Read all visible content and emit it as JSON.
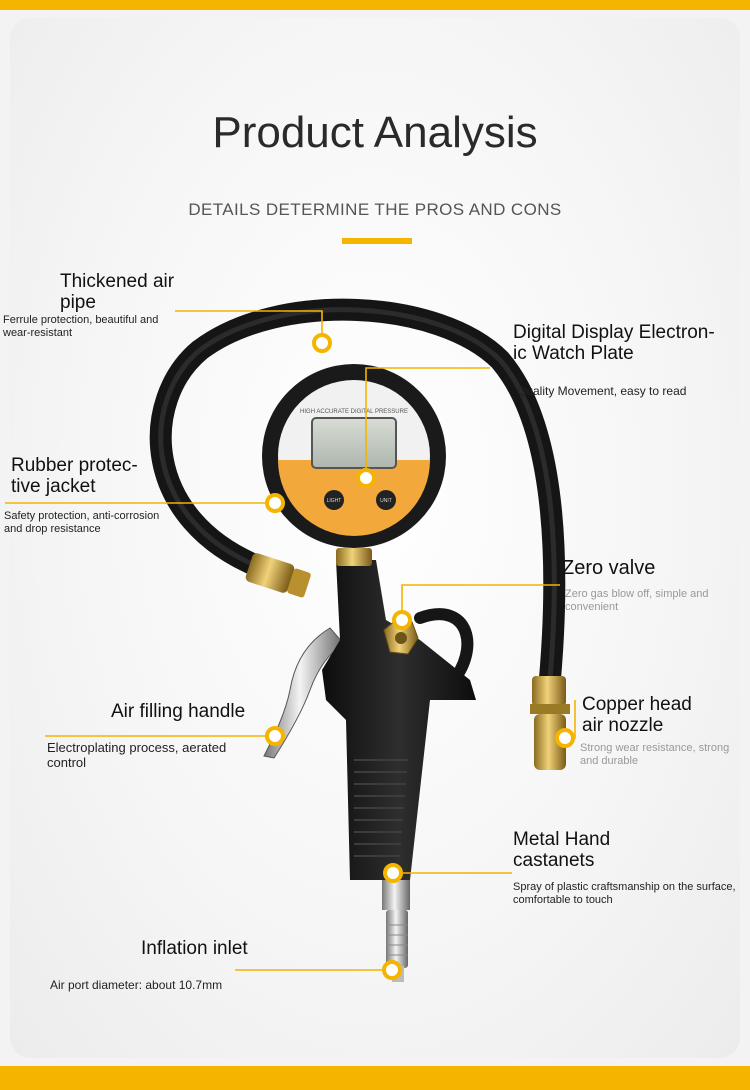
{
  "header": {
    "title": "Product Analysis",
    "subtitle": "DETAILS DETERMINE THE PROS AND CONS"
  },
  "gauge": {
    "face_text": "HIGH ACCURATE DIGITAL PRESSURE",
    "light_button": "LIGHT",
    "unit_button": "UNIT"
  },
  "callouts": [
    {
      "label_lines": [
        "Thickened air",
        "pipe"
      ],
      "desc_lines": [
        "Ferrule protection, beautiful and",
        "wear-resistant"
      ]
    },
    {
      "label_lines": [
        "Digital Display Electron-",
        "ic Watch Plate"
      ],
      "desc_lines": [
        "Quality Movement, easy to read"
      ]
    },
    {
      "label_lines": [
        "Rubber protec-",
        "tive jacket"
      ],
      "desc_lines": [
        "Safety protection, anti-corrosion",
        "and drop resistance"
      ]
    },
    {
      "label_lines": [
        "Zero valve"
      ],
      "desc_lines": [
        "Zero gas blow off, simple and",
        "convenient"
      ]
    },
    {
      "label_lines": [
        "Copper head",
        "air nozzle"
      ],
      "desc_lines": [
        "Strong wear resistance, strong",
        "and durable"
      ]
    },
    {
      "label_lines": [
        "Air filling handle"
      ],
      "desc_lines": [
        "Electroplating process, aerated",
        "control"
      ]
    },
    {
      "label_lines": [
        "Metal Hand",
        "castanets"
      ],
      "desc_lines": [
        "Spray of plastic craftsmanship on the surface,",
        "comfortable to touch"
      ]
    },
    {
      "label_lines": [
        "Inflation inlet"
      ],
      "desc_lines": [
        "Air port diameter: about 10.7mm"
      ]
    }
  ],
  "colors": {
    "accent": "#f4b400",
    "gauge_face_orange": "#f2a83a",
    "body_black": "#1c1c1c",
    "brass": "#c9a23c"
  }
}
